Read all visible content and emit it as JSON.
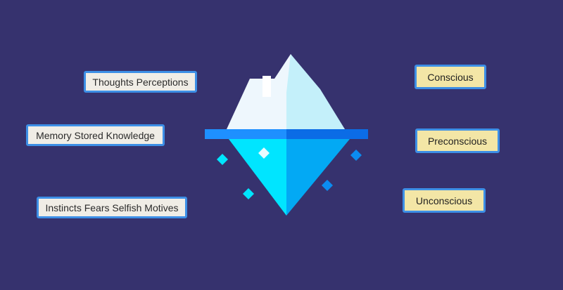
{
  "left_labels": [
    {
      "text": "Thoughts Perceptions"
    },
    {
      "text": "Memory Stored Knowledge"
    },
    {
      "text": "Instincts Fears Selfish Motives"
    }
  ],
  "right_labels": [
    {
      "text": "Conscious"
    },
    {
      "text": "Preconscious"
    },
    {
      "text": "Unconscious"
    }
  ],
  "colors": {
    "background": "#36326e",
    "box_border": "#3d8fe6",
    "left_box_fill": "#f0ede6",
    "right_box_fill": "#f3e6a6",
    "ice_light": "#eef7fd",
    "ice_shade": "#c4f0fa",
    "water_line_left": "#1e90ff",
    "water_line_right": "#0b6ce6",
    "underwater_left": "#00e5ff",
    "underwater_right": "#03a9f4"
  }
}
